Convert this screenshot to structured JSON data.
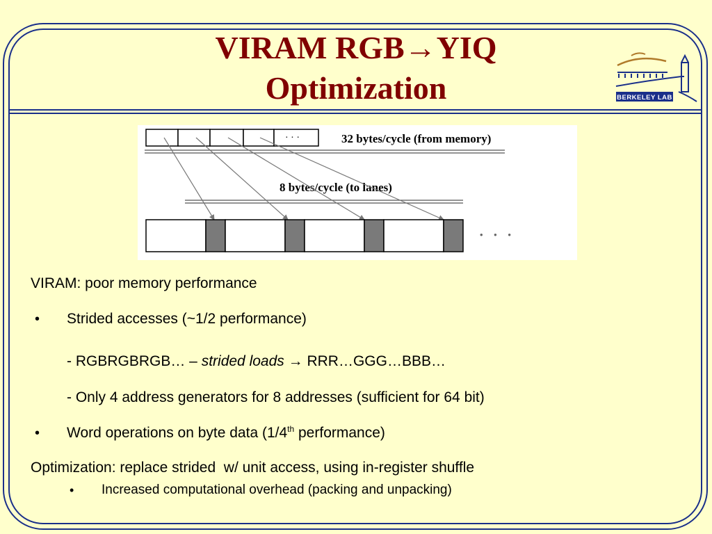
{
  "slide": {
    "title_line1": "VIRAM RGB→YIQ",
    "title_line2": "Optimization"
  },
  "logo": {
    "text": "BERKELEY LAB"
  },
  "figure": {
    "top_label": "32 bytes/cycle (from memory)",
    "middle_label": "8 bytes/cycle (to lanes)",
    "top_ellipsis": "· · ·",
    "bottom_ellipsis": "• • •"
  },
  "body": {
    "heading": "VIRAM: poor memory performance",
    "bullet_symbol": "•",
    "bullet1": "Strided accesses (~1/2 performance)",
    "sub1_prefix": "- RGBRGBRGB… – ",
    "sub1_italic": "strided loads",
    "sub1_arrow": "→",
    "sub1_suffix": "RRR…GGG…BBB…",
    "sub2": "- Only 4 address generators for 8 addresses (sufficient for 64 bit)",
    "bullet2_prefix": "Word operations on byte data (1/4",
    "bullet2_sup": "th",
    "bullet2_suffix": " performance)",
    "optimization": "Optimization: replace strided  w/ unit access, using in-register shuffle",
    "bullet3": "Increased computational overhead (packing and unpacking)"
  },
  "colors": {
    "background": "#FFFFCC",
    "title": "#800000",
    "border": "#1a2f8a"
  }
}
